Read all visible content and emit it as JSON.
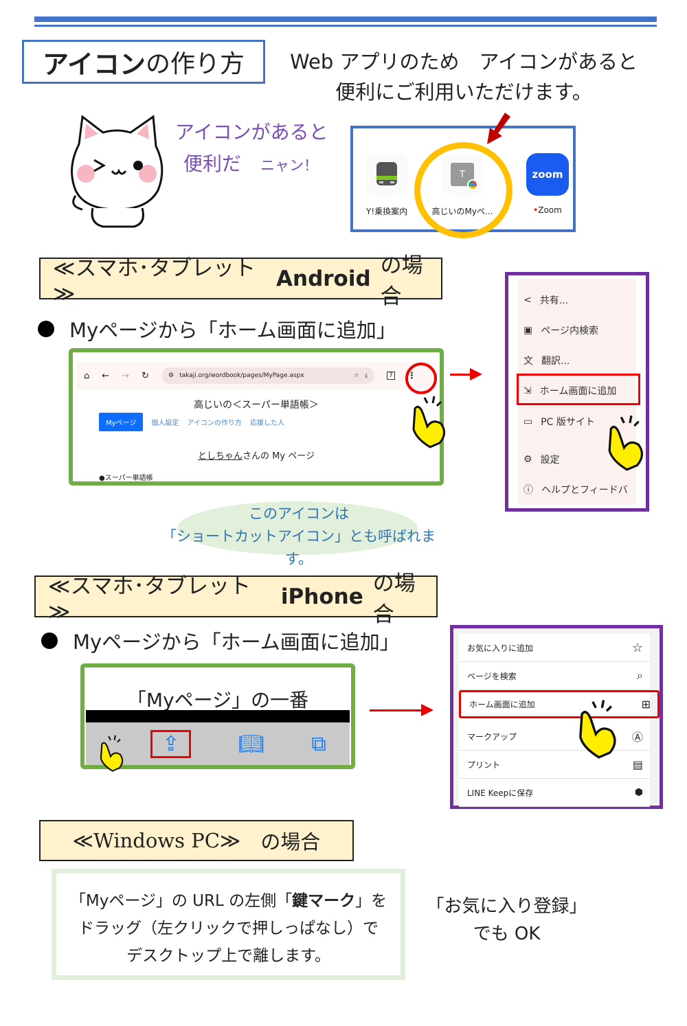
{
  "title": {
    "main": "アイコン",
    "rest": "の作り方"
  },
  "intro": {
    "line1": "Web アプリのため　アイコンがあると",
    "line2": "便利にご利用いただけます。"
  },
  "cat_speech": {
    "line1": "アイコンがあると",
    "line2": "便利だ",
    "nyan": "ニャン！"
  },
  "home_apps": [
    {
      "label": "Y!乗換案内",
      "icon": "train-icon"
    },
    {
      "label": "高じいのMyペ...",
      "icon": "chrome-shortcut-icon",
      "letter": "T"
    },
    {
      "label": "Zoom",
      "icon": "zoom-icon",
      "text": "zoom"
    }
  ],
  "android": {
    "section": {
      "prefix": "≪スマホ･タブレット≫",
      "os": "Android",
      "suffix": "の場合"
    },
    "bullet": "Myページから「ホーム画面に追加」",
    "browser": {
      "url": "takaji.org/wordbook/pages/MyPage.aspx",
      "tab_count": "7",
      "site_title": "高じいの＜スーパー単語帳＞",
      "nav": [
        "Myページ",
        "個人設定",
        "アイコンの作り方",
        "応援した人"
      ],
      "user_name": "としちゃん",
      "user_suffix": "さんの My ページ",
      "list_item": "●スーパー単語帳"
    },
    "menu": [
      {
        "label": "共有...",
        "icon": "share-icon"
      },
      {
        "label": "ページ内検索",
        "icon": "find-in-page-icon"
      },
      {
        "label": "翻訳...",
        "icon": "translate-icon"
      },
      {
        "label": "ホーム画面に追加",
        "icon": "add-to-home-icon",
        "highlighted": true
      },
      {
        "label": "PC 版サイト",
        "icon": "desktop-icon"
      },
      {
        "label": "設定",
        "icon": "gear-icon"
      },
      {
        "label": "ヘルプとフィードバ",
        "icon": "help-icon"
      }
    ],
    "note": {
      "line1": "このアイコンは",
      "line2": "「ショートカットアイコン」とも呼ばれます。"
    }
  },
  "iphone": {
    "section": {
      "prefix": "≪スマホ･タブレット≫",
      "os": "iPhone",
      "suffix": "の場合"
    },
    "bullet": "Myページから「ホーム画面に追加」",
    "toolbar_caption": "「Myページ」の一番",
    "menu": [
      {
        "label": "お気に入りに追加",
        "icon": "star-icon"
      },
      {
        "label": "ページを検索",
        "icon": "search-icon"
      },
      {
        "label": "ホーム画面に追加",
        "icon": "plus-square-icon",
        "highlighted": true
      },
      {
        "label": "マークアップ",
        "icon": "markup-icon"
      },
      {
        "label": "プリント",
        "icon": "printer-icon"
      },
      {
        "label": "LINE Keepに保存",
        "icon": "line-keep-icon"
      }
    ]
  },
  "windows": {
    "section": {
      "prefix": "≪Windows PC≫",
      "suffix": "の場合"
    },
    "instructions": {
      "line1a": "「Myページ」の URL の左側「",
      "line1b": "鍵マーク",
      "line1c": "」を",
      "line2": "ドラッグ（左クリックで押しっぱなし）で",
      "line3": "デスクトップ上で離します。"
    },
    "alt": {
      "line1": "「お気に入り登録」",
      "line2": "でも OK"
    }
  },
  "colors": {
    "blue": "#4472c4",
    "green": "#70ad47",
    "purple": "#7030a0",
    "yellow_bg": "#fff2cc",
    "red": "#e00000",
    "ring": "#ffc000"
  }
}
